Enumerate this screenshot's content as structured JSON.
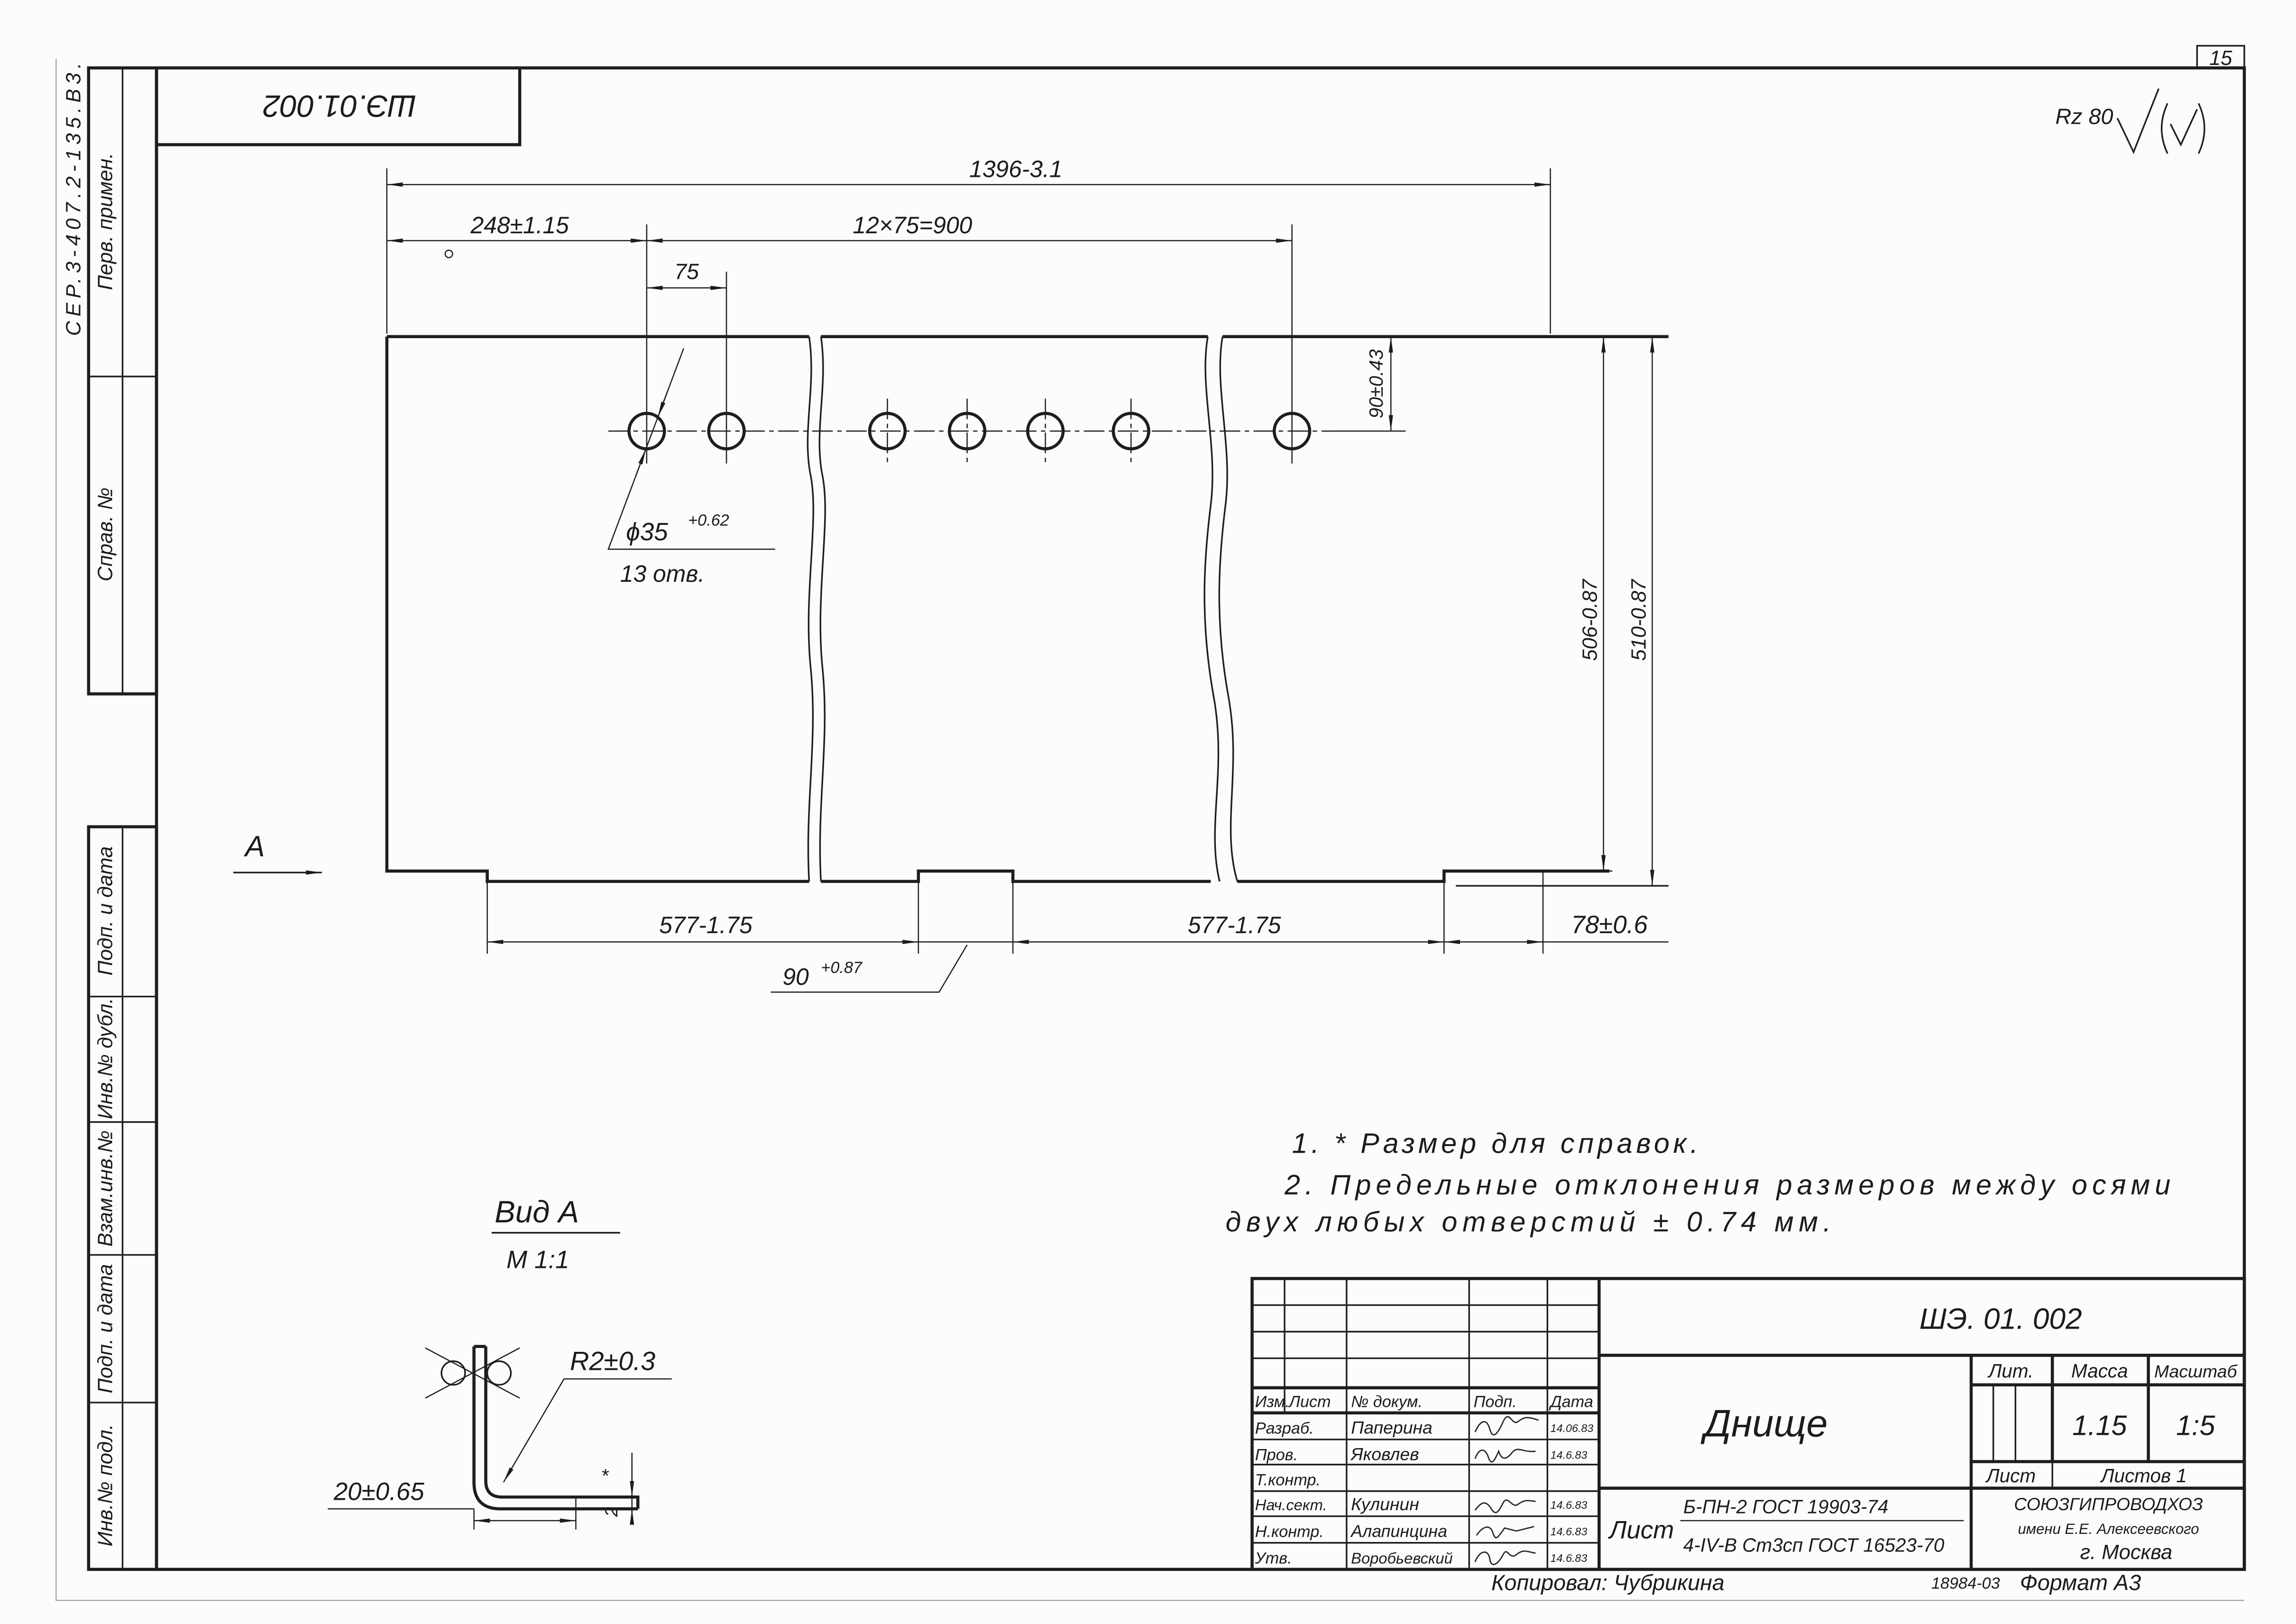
{
  "sheet": {
    "number": "15",
    "series": "СЕР.3-407.2-135.В3.",
    "code_rotated": "ШЭ.01.002",
    "copied_by": "Копировал: Чубрикина",
    "order_no": "18984-03",
    "format": "Формат А3"
  },
  "side_stamp": {
    "first_use": "Перв. примен.",
    "reference_no": "Справ. №",
    "sign_date_top": "Подп. и дата",
    "duplicate_inv": "Инв.№ дубл.",
    "replaced_inv": "Взам.инв.№",
    "sign_date_bottom": "Подп. и дата",
    "original_inv": "Инв.№ подл."
  },
  "roughness": {
    "value": "Rz 80"
  },
  "plan": {
    "overall_length": "1396-3.1",
    "first_hole_offset": "248±1.15",
    "hole_spacing_total": "12×75=900",
    "hole_pitch": "75",
    "hole_axis_offset": "90±0.43",
    "hole_diameter": "ϕ35",
    "hole_diameter_tol": "+0.62",
    "hole_count": "13 отв.",
    "width_inner": "506-0.87",
    "width_outer": "510-0.87",
    "segment_left": "577-1.75",
    "segment_right": "577-1.75",
    "end_tab": "78±0.6",
    "middle_tab": "90",
    "middle_tab_tol": "+0.87",
    "view_marker": "А"
  },
  "notes": [
    "1. * Размер для справок.",
    "2. Предельные отклонения размеров между осями",
    "двух любых отверстий ± 0.74 мм."
  ],
  "view_a": {
    "title": "Вид А",
    "scale": "М 1:1",
    "radius": "R2±0.3",
    "flange": "20±0.65",
    "thickness": "2",
    "reference_mark": "*"
  },
  "title_block": {
    "designation": "ШЭ. 01. 002",
    "name": "Днище",
    "headers": {
      "lit": "Лит.",
      "mass": "Масса",
      "scale": "Масштаб"
    },
    "mass": "1.15",
    "scale": "1:5",
    "sheet_label": "Лист",
    "sheets_total": "Листов 1",
    "organization": [
      "СОЮЗГИПРОВОДХОЗ",
      "имени Е.Е. Алексеевского",
      "г. Москва"
    ],
    "material": {
      "prefix": "Лист",
      "numerator": "Б-ПН-2 ГОСТ 19903-74",
      "denominator": "4-IV-В Ст3сп ГОСТ 16523-70"
    },
    "columns": [
      "Изм.",
      "Лист",
      "№ докум.",
      "Подп.",
      "Дата"
    ],
    "signatures": [
      {
        "role": "Разраб.",
        "name": "Паперина",
        "date": "14.06.83"
      },
      {
        "role": "Пров.",
        "name": "Яковлев",
        "date": "14.6.83"
      },
      {
        "role": "Т.контр."
      },
      {
        "role": "Нач.сект.",
        "name": "Кулинин",
        "date": "14.6.83"
      },
      {
        "role": "Н.контр.",
        "name": "Алапинцина",
        "date": "14.6.83"
      },
      {
        "role": "Утв.",
        "name": "Воробьевский",
        "date": "14.6.83"
      }
    ]
  }
}
